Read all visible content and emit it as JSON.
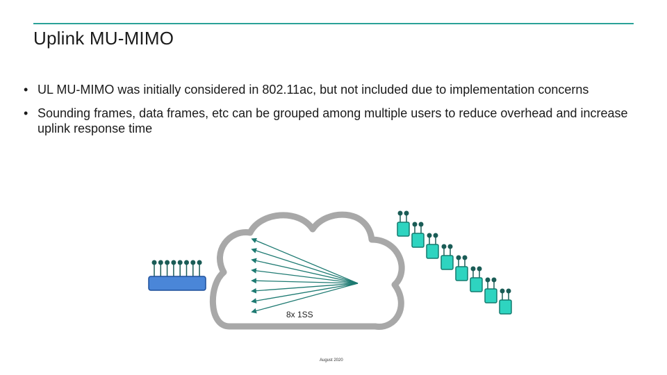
{
  "slide": {
    "title": "Uplink MU-MIMO",
    "bullets": [
      "UL MU-MIMO was initially considered in 802.11ac, but not included due to implementation concerns",
      "Sounding frames, data frames, etc can be grouped among multiple users to reduce overhead and increase uplink response time"
    ],
    "bullet_char": "•",
    "diagram_label": "8x 1SS",
    "footer": "August 2020"
  },
  "colors": {
    "accent": "#2aa198",
    "ap_fill": "#4a86d8",
    "sta_fill": "#2ed4c0",
    "antenna": "#1a5c56",
    "arrow": "#1e7a72",
    "cloud_stroke": "#aaaaaa"
  },
  "icons": {
    "access_point": "access-point-icon",
    "station": "client-station-icon",
    "cloud": "cloud-icon"
  }
}
